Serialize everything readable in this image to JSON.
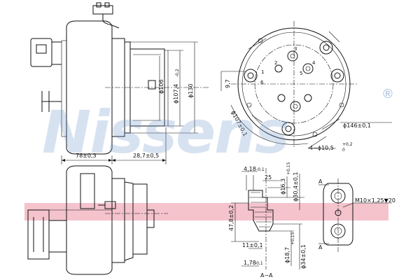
{
  "watermark": {
    "brand": "Nissens",
    "registered": "®",
    "color": "#6e96cd"
  },
  "stripe_color": "#f2b9c3",
  "side_view": {
    "dims": {
      "d106": "ϕ106",
      "d107": "ϕ107,4",
      "d107_tol": "-0,2",
      "d130": "ϕ130",
      "len78": "78±0,3",
      "len287": "28,7±0,5"
    }
  },
  "front_view": {
    "dims": {
      "r9": "9,7",
      "bolt_circle": "ϕ107±0,1",
      "d146": "ϕ146±0,1",
      "holes": "4−ϕ10,5",
      "holes_tol": "+0,2",
      "holes_tol2": "0"
    }
  },
  "port_labels": {
    "n1": "1",
    "n2": "2",
    "n3": "3",
    "n4": "4",
    "n5": "5",
    "n6": "6"
  },
  "section_view": {
    "dims": {
      "d418": "4,18",
      "d418_tol": "-0,1",
      "d25": "25",
      "d163": "ϕ16,3",
      "d163_tol": "+0,15",
      "d304": "ϕ30,4±0,1",
      "d478": "47,8±0,2",
      "d11": "11±0,1",
      "d187": "ϕ18,7",
      "d187_tol": "+0,15",
      "d34": "ϕ34±0,1",
      "d178": "1,78",
      "d178_tol": "-0,1"
    },
    "label": "A−A"
  },
  "end_view": {
    "thread": "M10×1,25▼20",
    "cut_top": "A",
    "cut_bottom": "A"
  }
}
